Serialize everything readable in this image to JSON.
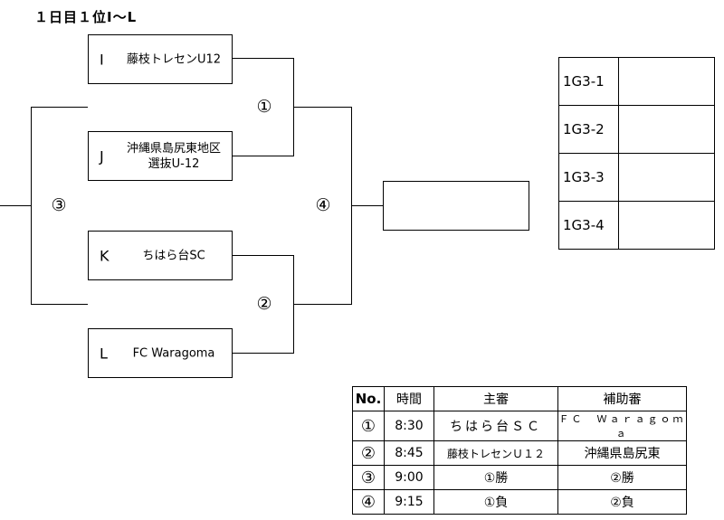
{
  "title": "１日目１位I～L",
  "teams": [
    {
      "letter": "I",
      "name_lines": [
        "藤枝トレセンU12"
      ]
    },
    {
      "letter": "J",
      "name_lines": [
        "沖縄県島尻東地区",
        "選抜U-12"
      ]
    },
    {
      "letter": "K",
      "name_lines": [
        "ちはら台SC"
      ]
    },
    {
      "letter": "L",
      "name_lines": [
        "FC  Waragoma"
      ]
    }
  ],
  "matches": {
    "m1": "①",
    "m2": "②",
    "m3": "③",
    "m4": "④"
  },
  "ranking": [
    {
      "label": "1G3-1",
      "value": ""
    },
    {
      "label": "1G3-2",
      "value": ""
    },
    {
      "label": "1G3-3",
      "value": ""
    },
    {
      "label": "1G3-4",
      "value": ""
    }
  ],
  "schedule": {
    "headers": [
      "No.",
      "時間",
      "主審",
      "補助審"
    ],
    "rows": [
      {
        "no": "①",
        "time": "8:30",
        "referee": "ちはら台ＳＣ",
        "assistant": "ＦＣ　Ｗａｒａｇｏｍａ"
      },
      {
        "no": "②",
        "time": "8:45",
        "referee": "藤枝トレセンＵ１２",
        "assistant": "沖縄県島尻東"
      },
      {
        "no": "③",
        "time": "9:00",
        "referee": "①勝",
        "assistant": "②勝"
      },
      {
        "no": "④",
        "time": "9:15",
        "referee": "①負",
        "assistant": "②負"
      }
    ]
  }
}
